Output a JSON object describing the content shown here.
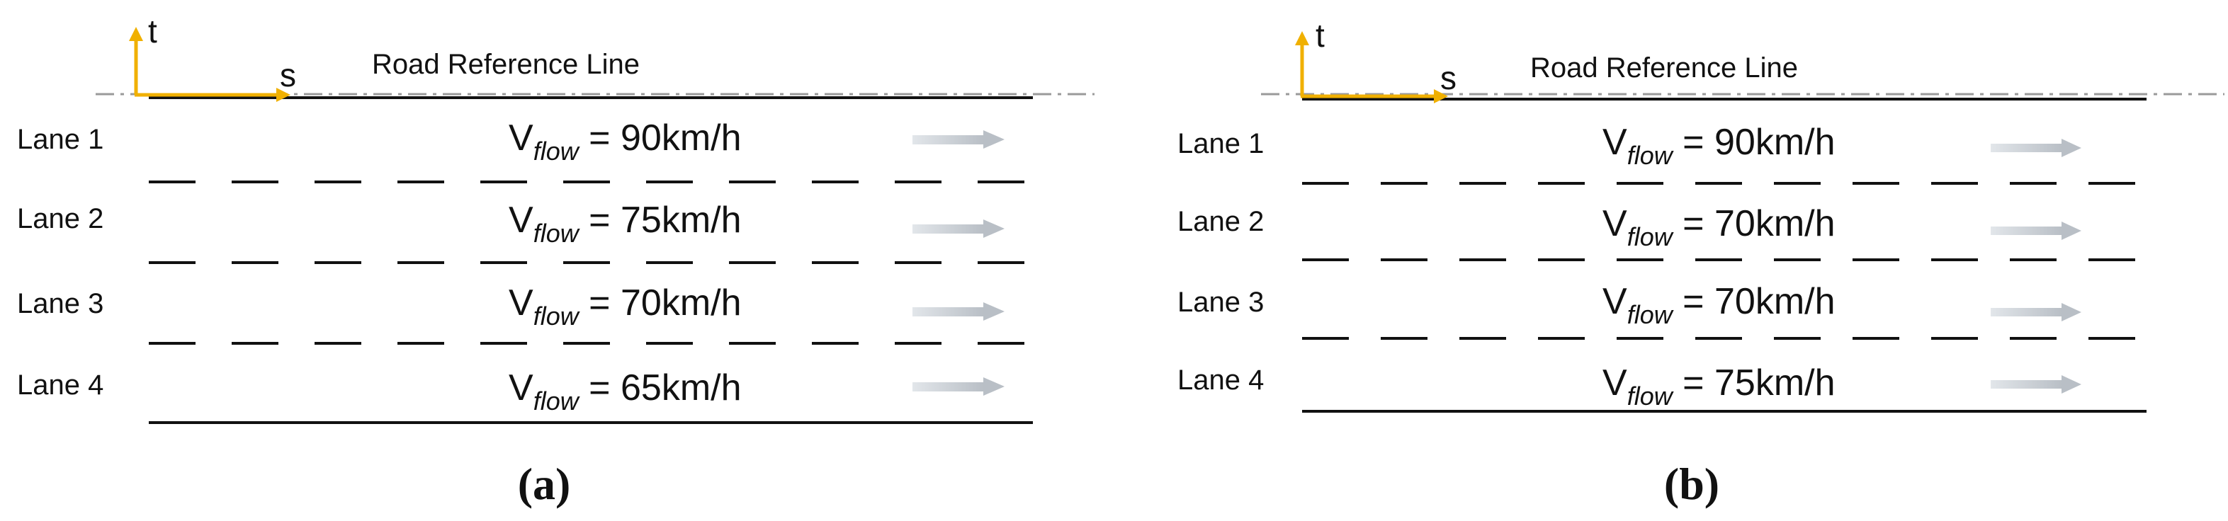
{
  "colors": {
    "axis": "#f0b000",
    "reference_line": "#9a9a9a",
    "lane_line": "#111111",
    "flow_arrow": "#c9ced4"
  },
  "icons": [
    "t-axis-arrow-icon",
    "s-axis-arrow-icon",
    "flow-direction-arrow-icon"
  ],
  "panels": [
    {
      "caption": "(a)",
      "axis_t": "t",
      "axis_s": "s",
      "reference_label": "Road Reference Line",
      "lanes": [
        {
          "name": "Lane 1",
          "v": "V",
          "sub": "flow",
          "speed": " = 90km/h"
        },
        {
          "name": "Lane 2",
          "v": "V",
          "sub": "flow",
          "speed": " = 75km/h"
        },
        {
          "name": "Lane 3",
          "v": "V",
          "sub": "flow",
          "speed": " = 70km/h"
        },
        {
          "name": "Lane 4",
          "v": "V",
          "sub": "flow",
          "speed": " = 65km/h"
        }
      ]
    },
    {
      "caption": "(b)",
      "axis_t": "t",
      "axis_s": "s",
      "reference_label": "Road Reference Line",
      "lanes": [
        {
          "name": "Lane 1",
          "v": "V",
          "sub": "flow",
          "speed": " = 90km/h"
        },
        {
          "name": "Lane 2",
          "v": "V",
          "sub": "flow",
          "speed": " = 70km/h"
        },
        {
          "name": "Lane 3",
          "v": "V",
          "sub": "flow",
          "speed": " = 70km/h"
        },
        {
          "name": "Lane 4",
          "v": "V",
          "sub": "flow",
          "speed": " = 75km/h"
        }
      ]
    }
  ]
}
